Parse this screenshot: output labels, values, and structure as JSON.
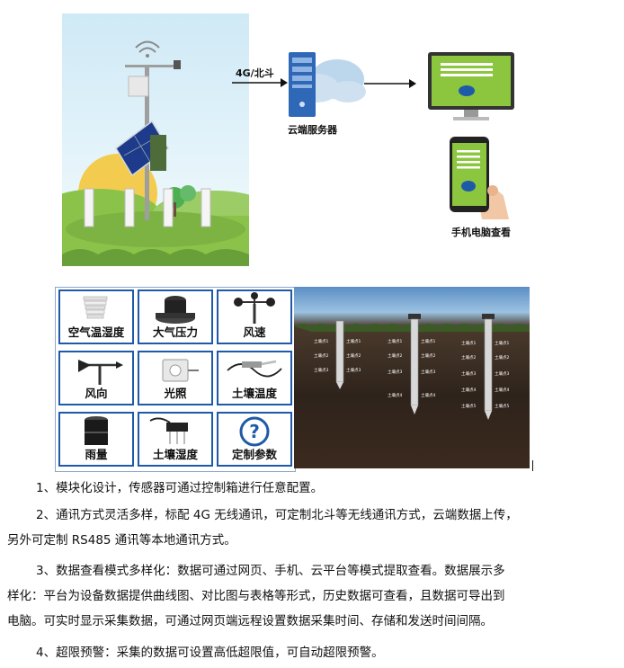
{
  "diagram": {
    "link_label": "4G/北斗",
    "server_label": "云端服务器",
    "viewer_label": "手机电脑查看"
  },
  "sensors": [
    {
      "label": "空气温湿度",
      "icon": "thermo-shield-icon"
    },
    {
      "label": "大气压力",
      "icon": "pressure-sensor-icon"
    },
    {
      "label": "风速",
      "icon": "anemometer-icon"
    },
    {
      "label": "风向",
      "icon": "wind-vane-icon"
    },
    {
      "label": "光照",
      "icon": "light-sensor-icon"
    },
    {
      "label": "土壤温度",
      "icon": "soil-temperature-probe-icon"
    },
    {
      "label": "雨量",
      "icon": "rain-gauge-icon"
    },
    {
      "label": "土壤湿度",
      "icon": "soil-moisture-probe-icon"
    },
    {
      "label": "定制参数",
      "icon": "question-mark-icon"
    }
  ],
  "soil_probes": [
    {
      "points": [
        "土壤点1",
        "土壤点2",
        "土壤点3"
      ]
    },
    {
      "points": [
        "土壤点1",
        "土壤点2",
        "土壤点3",
        "土壤点4"
      ]
    },
    {
      "points": [
        "土壤点1",
        "土壤点2",
        "土壤点3",
        "土壤点4",
        "土壤点5"
      ]
    }
  ],
  "features": [
    {
      "lines": [
        "1、模块化设计，传感器可通过控制箱进行任意配置。"
      ]
    },
    {
      "lines": [
        "2、通讯方式灵活多样，标配 4G 无线通讯，可定制北斗等无线通讯方式，云端数据上传，",
        "另外可定制 RS485 通讯等本地通讯方式。"
      ]
    },
    {
      "lines": [
        "3、数据查看模式多样化：数据可通过网页、手机、云平台等模式提取查看。数据展示多",
        "样化：平台为设备数据提供曲线图、对比图与表格等形式，历史数据可查看，且数据可导出到",
        "电脑。可实时显示采集数据，可通过网页端远程设置数据采集时间、存储和发送时间间隔。"
      ]
    },
    {
      "lines": [
        "4、超限预警：采集的数据可设置高低超限值，可自动超限预警。"
      ]
    }
  ],
  "colors": {
    "grid_border": "#1f5aa8",
    "screen_green": "#8cc63f",
    "cloud": "#bcd6ec"
  }
}
